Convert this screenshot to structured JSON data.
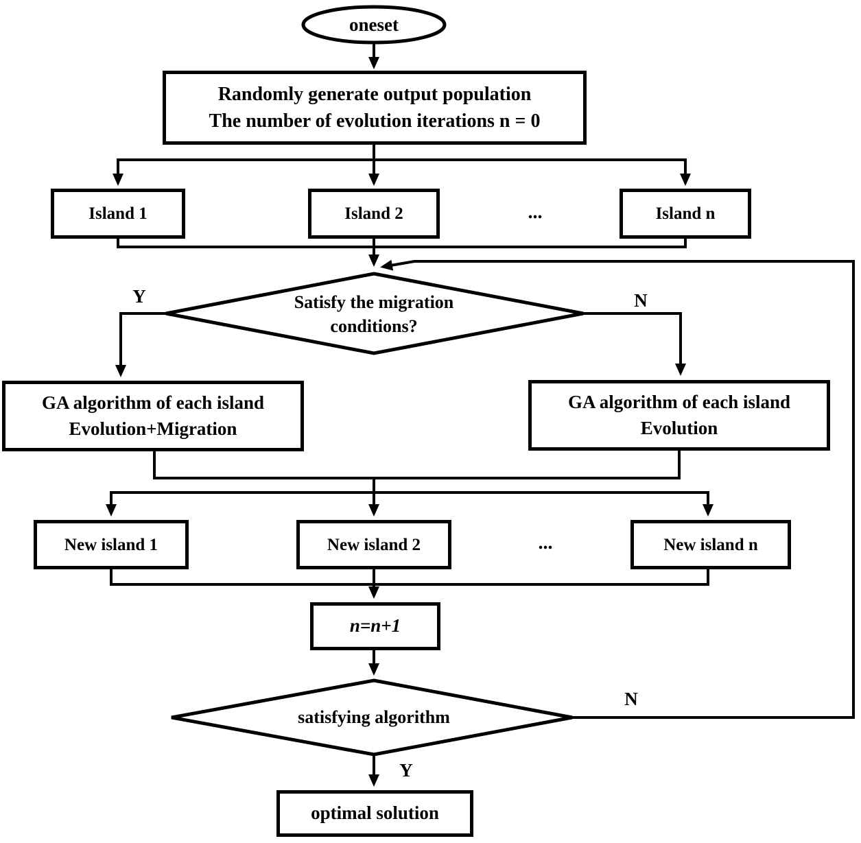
{
  "flowchart": {
    "start_label": "oneset",
    "init": {
      "line1": "Randomly generate output population",
      "line2": "The number of evolution iterations n = 0"
    },
    "islands": {
      "i1": "Island 1",
      "i2": "Island 2",
      "dots": "...",
      "iN": "Island n"
    },
    "migration": {
      "line1": "Satisfy the migration",
      "line2": "conditions?",
      "yes": "Y",
      "no": "N"
    },
    "ga_migration": {
      "line1": "GA algorithm of each island",
      "line2": "Evolution+Migration"
    },
    "ga_evolution": {
      "line1": "GA algorithm of each island",
      "line2": "Evolution"
    },
    "new_islands": {
      "i1": "New island 1",
      "i2": "New island 2",
      "dots": "...",
      "iN": "New island n"
    },
    "increment_label": "n=n+1",
    "termination": {
      "label": "satisfying algorithm",
      "yes": "Y",
      "no": "N"
    },
    "end_label": "optimal solution",
    "colors": {
      "line": "#000000",
      "background": "#ffffff"
    }
  }
}
